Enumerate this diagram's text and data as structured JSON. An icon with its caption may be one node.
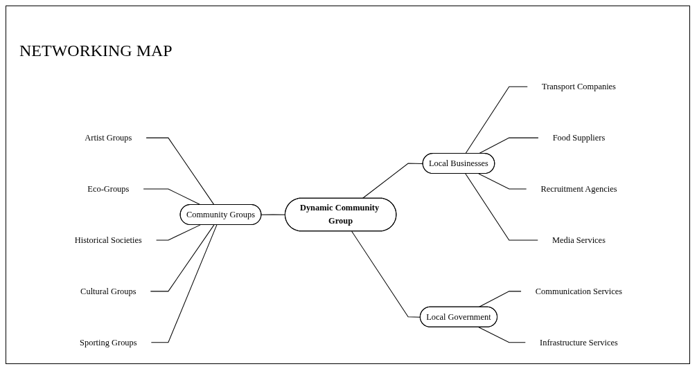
{
  "diagram": {
    "title": "NETWORKING MAP",
    "nodes": [
      {
        "text": [
          "Dynamic Community Group"
        ]
      },
      {
        "text": [
          "Community Groups"
        ]
      },
      {
        "text": [
          "Local Businesses"
        ]
      },
      {
        "text": [
          "Local Government"
        ]
      },
      {
        "text": [
          "Artist Groups"
        ]
      },
      {
        "text": [
          "Eco-Groups"
        ]
      },
      {
        "text": [
          "Historical Societies"
        ]
      },
      {
        "text": [
          "Cultural Groups"
        ]
      },
      {
        "text": [
          "Sporting Groups"
        ]
      },
      {
        "text": [
          "Transport Companies"
        ]
      },
      {
        "text": [
          "Food Suppliers"
        ]
      },
      {
        "text": [
          "Recruitment Agencies"
        ]
      },
      {
        "text": [
          "Media Services"
        ]
      },
      {
        "text": [
          "Communication Services"
        ]
      },
      {
        "text": [
          "Infrastructure Services"
        ]
      }
    ],
    "edges": [
      {
        "from": 1,
        "to": 0,
        "arrow": "none"
      },
      {
        "from": 0,
        "to": 2,
        "arrow": "none"
      },
      {
        "from": 0,
        "to": 3,
        "arrow": "none"
      },
      {
        "from": 4,
        "to": 1,
        "arrow": "none"
      },
      {
        "from": 5,
        "to": 1,
        "arrow": "none"
      },
      {
        "from": 6,
        "to": 1,
        "arrow": "none"
      },
      {
        "from": 7,
        "to": 1,
        "arrow": "none"
      },
      {
        "from": 8,
        "to": 1,
        "arrow": "none"
      },
      {
        "from": 2,
        "to": 9,
        "arrow": "none"
      },
      {
        "from": 2,
        "to": 10,
        "arrow": "none"
      },
      {
        "from": 2,
        "to": 11,
        "arrow": "none"
      },
      {
        "from": 2,
        "to": 12,
        "arrow": "none"
      },
      {
        "from": 3,
        "to": 13,
        "arrow": "none"
      },
      {
        "from": 3,
        "to": 14,
        "arrow": "none"
      }
    ]
  }
}
